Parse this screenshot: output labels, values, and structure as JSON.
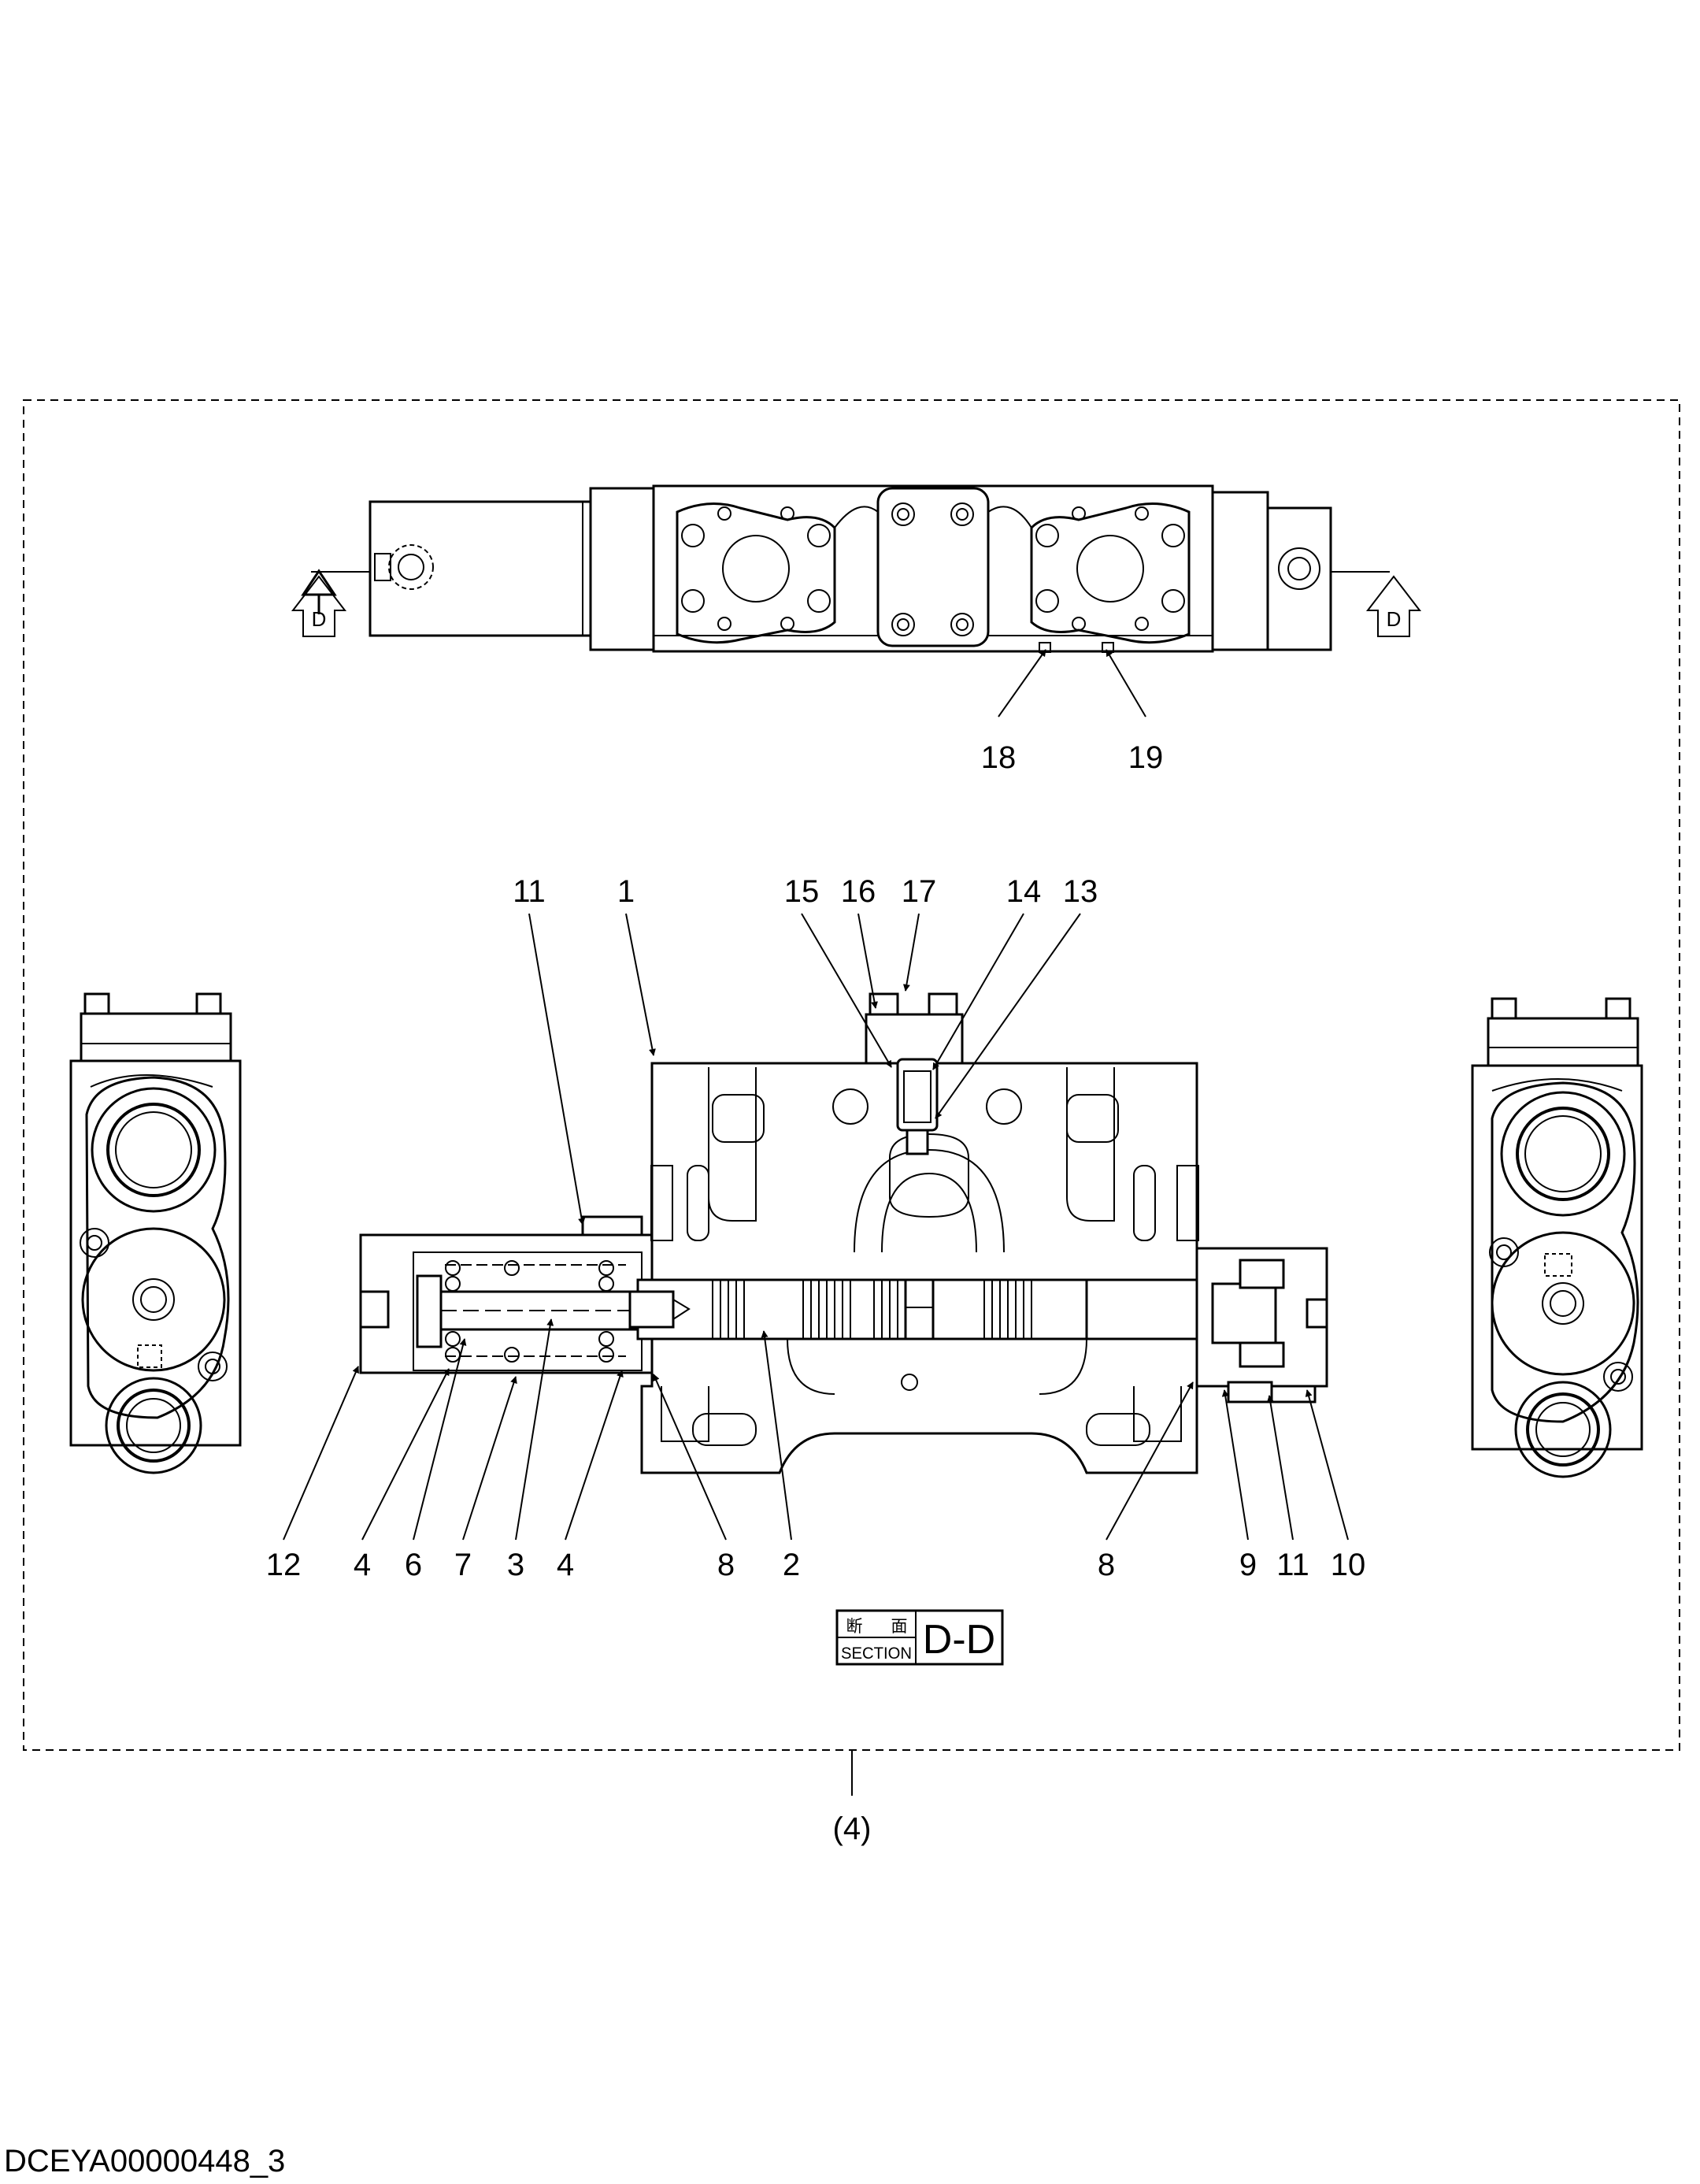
{
  "drawing_id": "DCEYA00000448_3",
  "assembly_ref": "(4)",
  "section": {
    "kanji_1": "断",
    "kanji_2": "面",
    "word": "SECTION",
    "name": "D-D"
  },
  "section_markers": [
    "D",
    "D"
  ],
  "part_numbers": {
    "top_18": "18",
    "top_19": "19",
    "up_11": "11",
    "up_1": "1",
    "up_15": "15",
    "up_16": "16",
    "up_17": "17",
    "up_14": "14",
    "up_13": "13",
    "low_12": "12",
    "low_4a": "4",
    "low_6": "6",
    "low_7": "7",
    "low_3": "3",
    "low_4b": "4",
    "low_8a": "8",
    "low_2": "2",
    "low_8b": "8",
    "low_9": "9",
    "low_11": "11",
    "low_10": "10"
  }
}
